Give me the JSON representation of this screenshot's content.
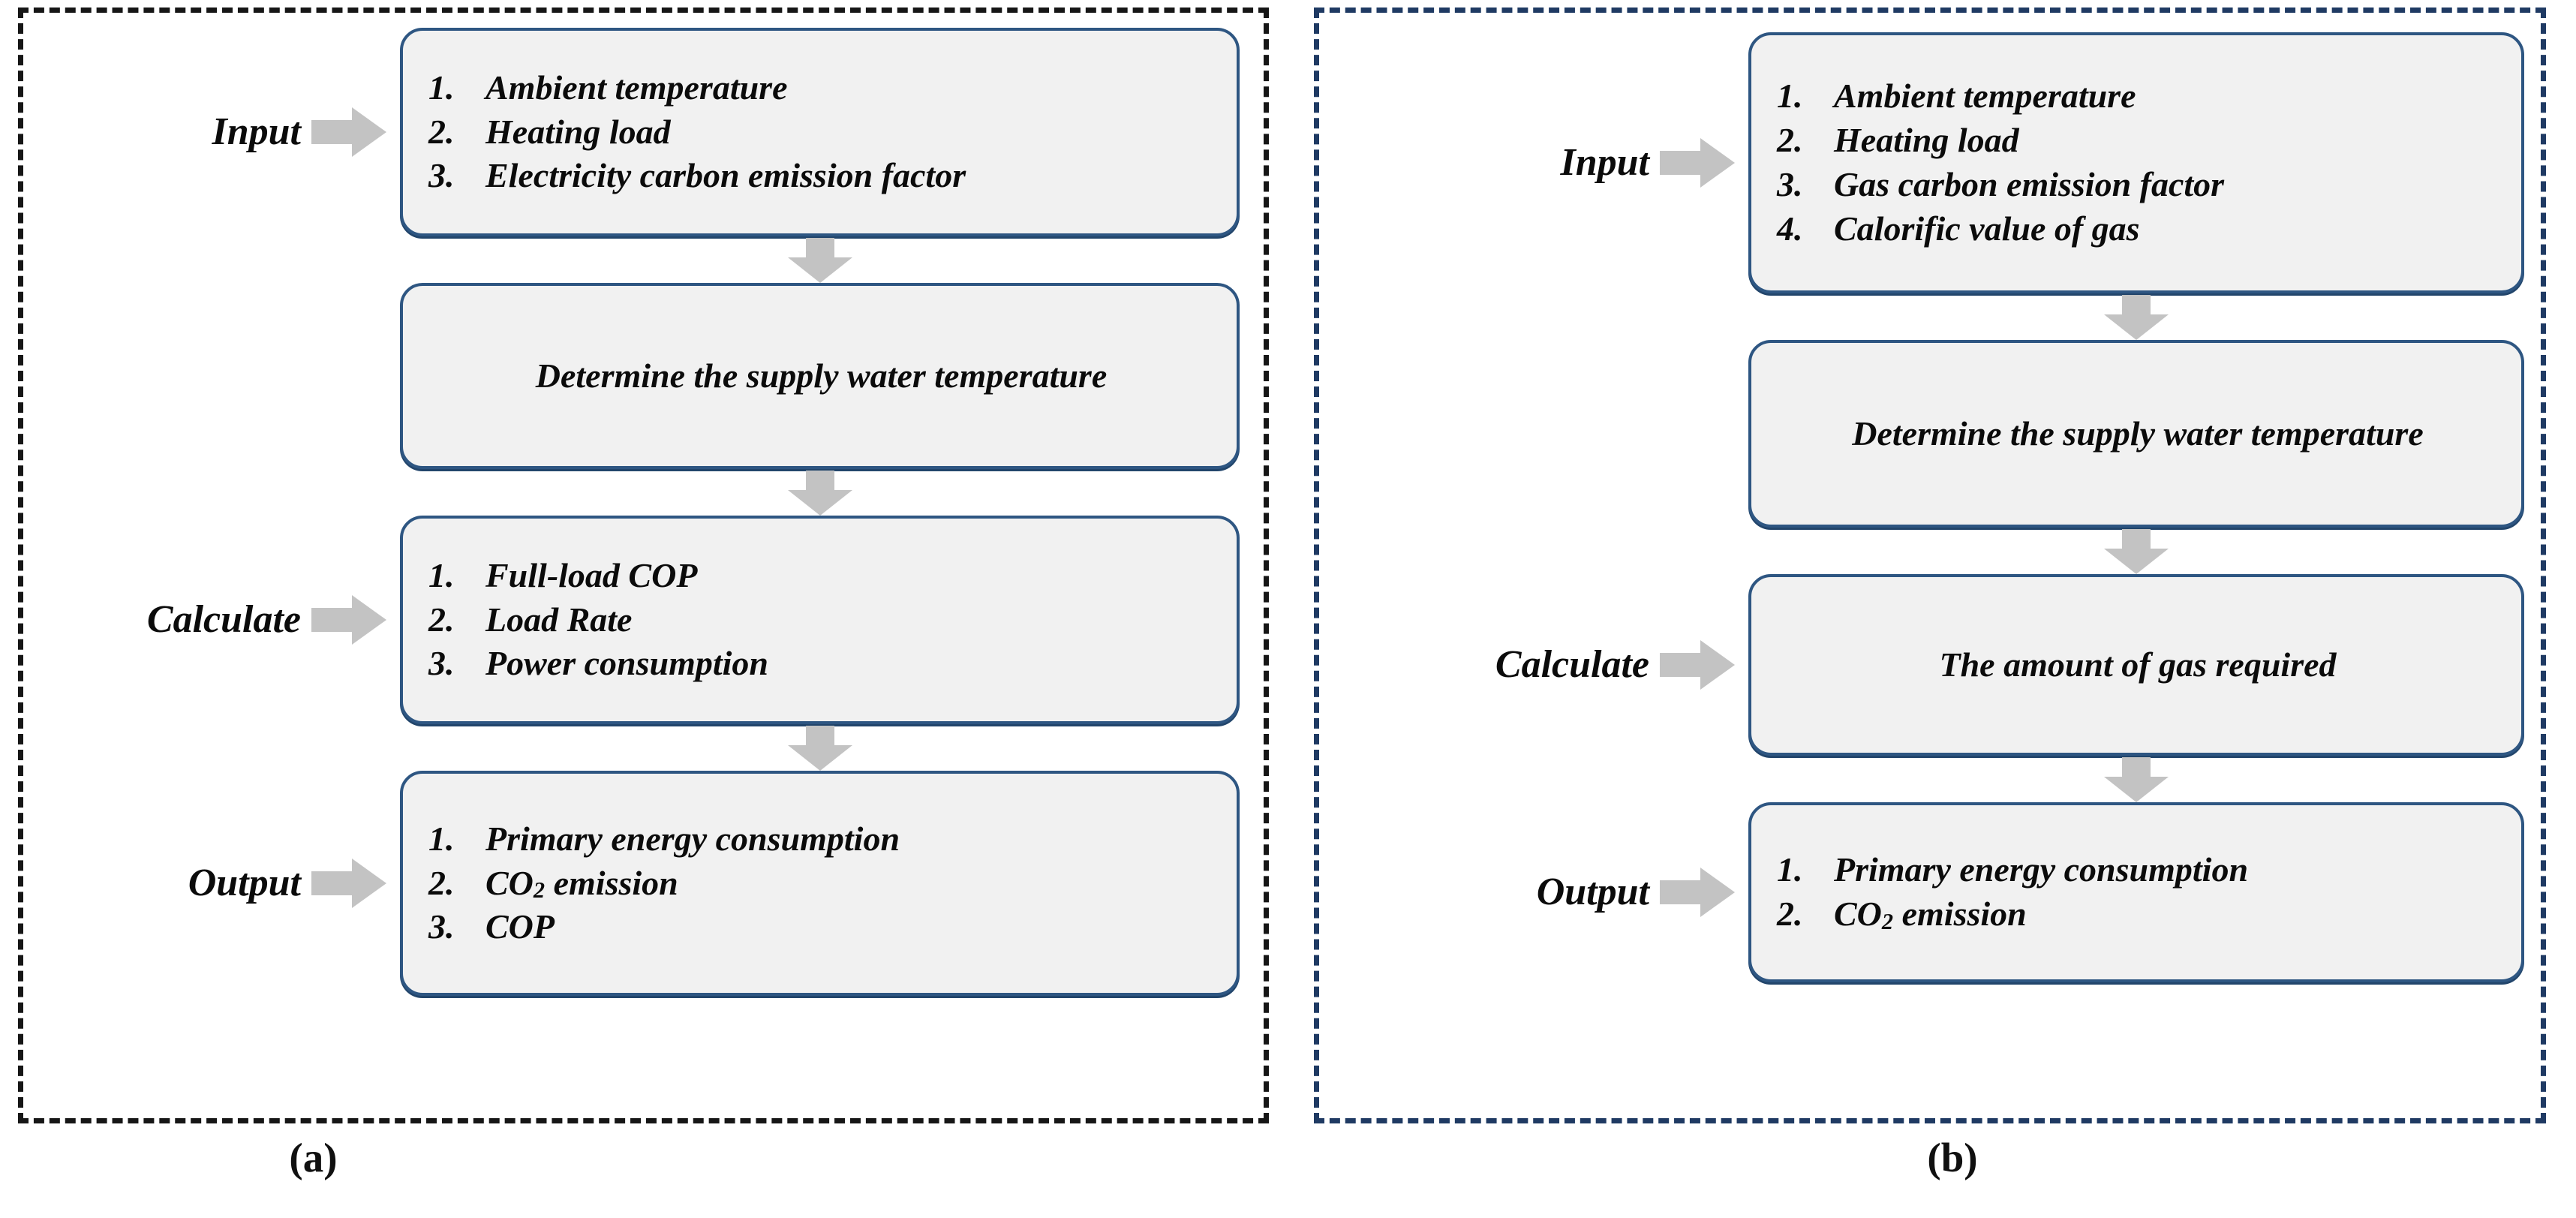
{
  "figure": {
    "panels": [
      {
        "id": "a",
        "caption": "(a)",
        "border_color": "#161616",
        "stages": [
          {
            "label": "Input",
            "kind": "list",
            "items": [
              {
                "num": "1.",
                "text": "Ambient temperature"
              },
              {
                "num": "2.",
                "text": "Heating load"
              },
              {
                "num": "3.",
                "text": "Electricity carbon emission factor"
              }
            ]
          },
          {
            "label": "",
            "kind": "text",
            "text": "Determine the supply water temperature"
          },
          {
            "label": "Calculate",
            "kind": "list",
            "items": [
              {
                "num": "1.",
                "text": "Full-load COP"
              },
              {
                "num": "2.",
                "text": "Load Rate"
              },
              {
                "num": "3.",
                "text": "Power consumption"
              }
            ]
          },
          {
            "label": "Output",
            "kind": "list",
            "items": [
              {
                "num": "1.",
                "text": "Primary energy consumption"
              },
              {
                "num": "2.",
                "text": "CO",
                "sub": "2",
                "text_after": " emission"
              },
              {
                "num": "3.",
                "text": "COP"
              }
            ]
          }
        ]
      },
      {
        "id": "b",
        "caption": "(b)",
        "border_color": "#1f3a63",
        "stages": [
          {
            "label": "Input",
            "kind": "list",
            "items": [
              {
                "num": "1.",
                "text": "Ambient temperature"
              },
              {
                "num": "2.",
                "text": "Heating load"
              },
              {
                "num": "3.",
                "text": "Gas carbon emission factor"
              },
              {
                "num": "4.",
                "text": "Calorific value of gas"
              }
            ]
          },
          {
            "label": "",
            "kind": "text",
            "text": "Determine the supply water temperature"
          },
          {
            "label": "Calculate",
            "kind": "text",
            "text": "The amount of gas required"
          },
          {
            "label": "Output",
            "kind": "list",
            "items": [
              {
                "num": "1.",
                "text": "Primary energy consumption"
              },
              {
                "num": "2.",
                "text": "CO",
                "sub": "2",
                "text_after": " emission"
              }
            ]
          }
        ]
      }
    ],
    "colors": {
      "box_border": "#2e5682",
      "box_fill": "#f1f1f1",
      "arrow_fill": "#c3c3c3",
      "panel_a_border": "#161616",
      "panel_b_border": "#1f3a63",
      "text": "#0b0b0b"
    }
  }
}
